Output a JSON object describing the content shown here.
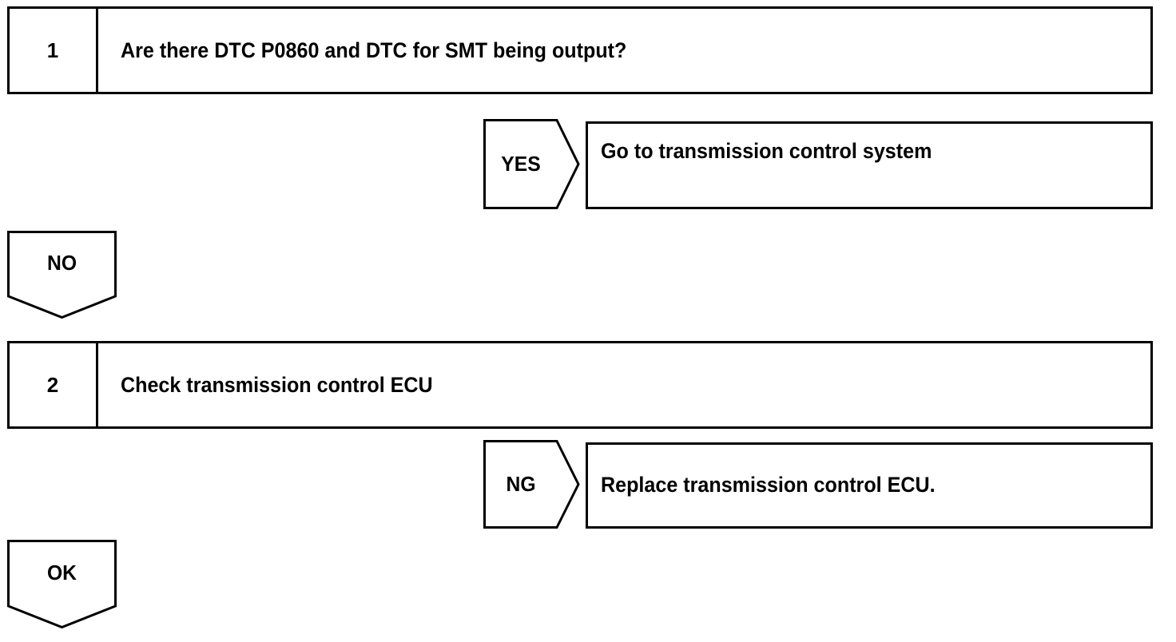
{
  "diagram": {
    "title": "DTC P0860 diagnostic procedure flowchart",
    "line_color": "#000000",
    "background_color": "#ffffff",
    "steps": [
      {
        "number": "1",
        "text": "Are there DTC P0860 and DTC for SMT being output?"
      },
      {
        "number": "2",
        "text": "Check transmission control ECU"
      }
    ],
    "branches": [
      {
        "label": "YES",
        "direction": "right",
        "result": "Go to transmission control system"
      },
      {
        "label": "NO",
        "direction": "down",
        "result": ""
      },
      {
        "label": "NG",
        "direction": "right",
        "result": "Replace transmission control ECU."
      },
      {
        "label": "OK",
        "direction": "down",
        "result": ""
      }
    ]
  }
}
